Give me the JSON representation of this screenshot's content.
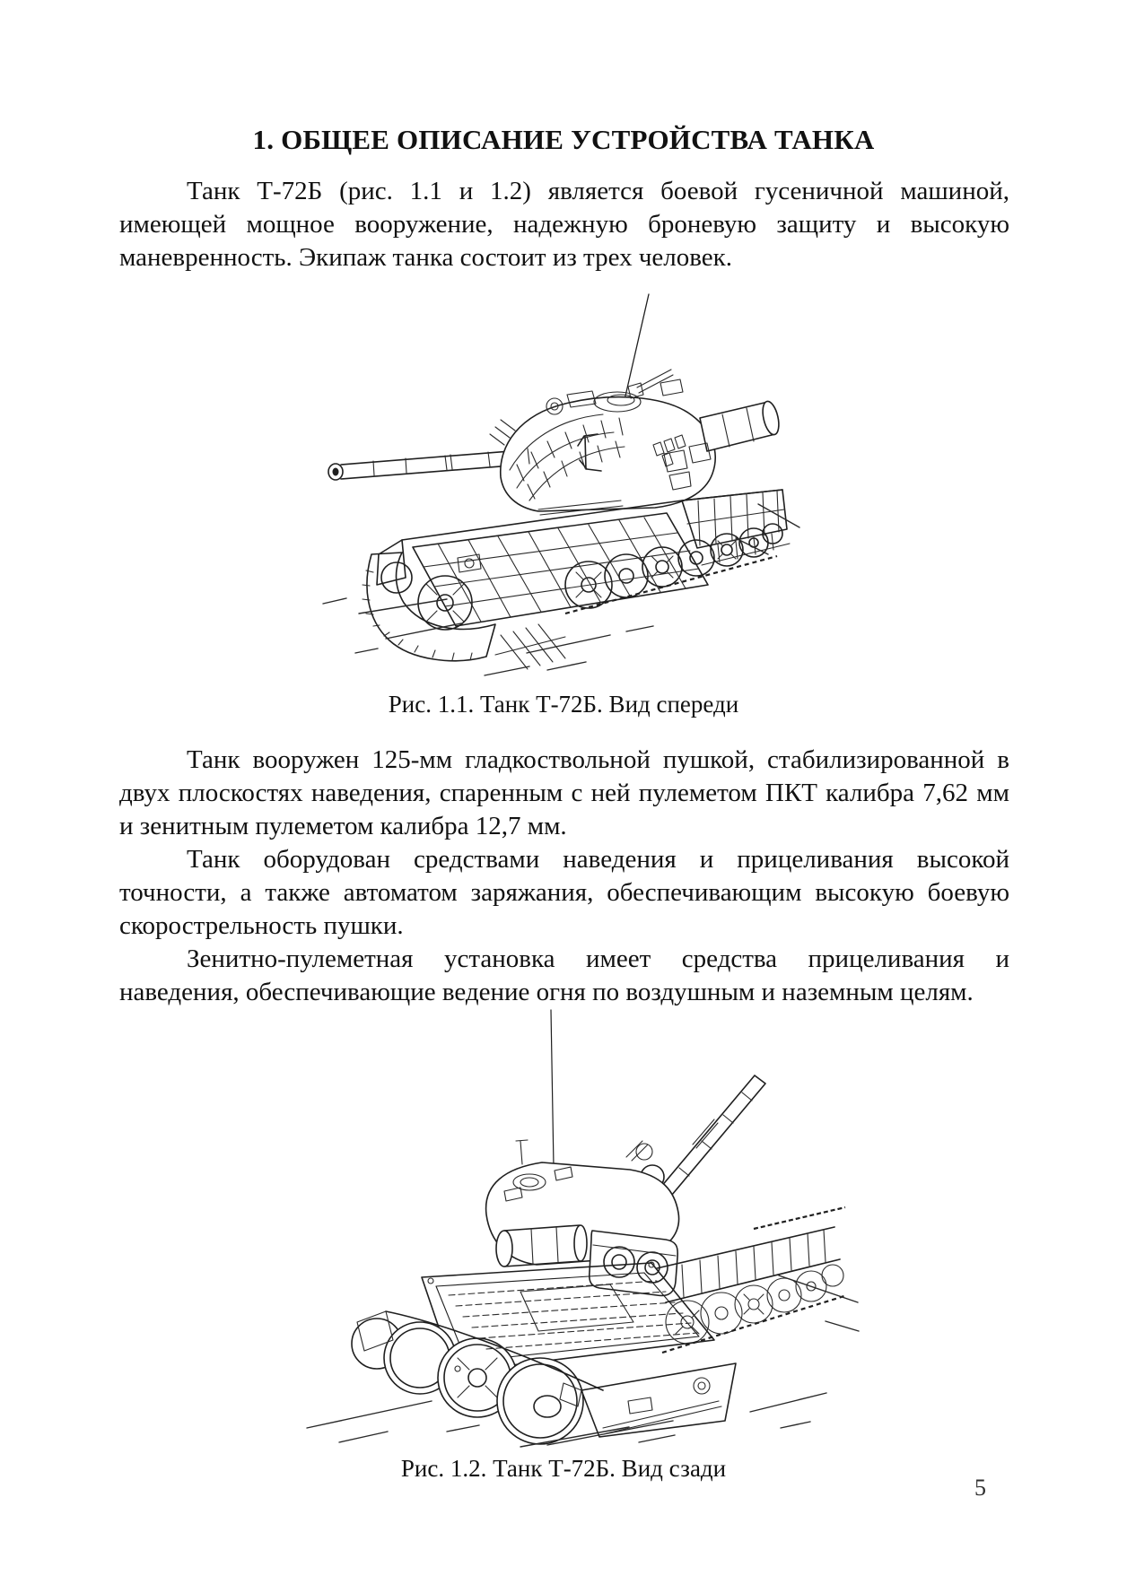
{
  "document": {
    "title": "1. ОБЩЕЕ ОПИСАНИЕ УСТРОЙСТВА ТАНКА",
    "paragraphs": [
      "Танк Т-72Б (рис. 1.1 и 1.2) является боевой гусеничной машиной, имеющей мощное вооружение, надежную броневую защиту и высокую маневренность. Экипаж танка состоит из трех человек.",
      "Танк вооружен 125-мм гладкоствольной пушкой, стабилизированной в двух плоскостях наведения, спаренным с ней пулеметом ПКТ калибра 7,62 мм и зенитным пулеметом калибра 12,7 мм.",
      "Танк оборудован средствами наведения и прицеливания высокой точности, а также автоматом заряжания, обеспечивающим высокую боевую скорострельность пушки.",
      "Зенитно-пулеметная установка имеет средства прицеливания и наведения, обеспечивающие ведение огня по воздушным и наземным целям."
    ],
    "figures": [
      {
        "caption": "Рис. 1.1. Танк Т-72Б. Вид спереди"
      },
      {
        "caption": "Рис. 1.2. Танк Т-72Б. Вид сзади"
      }
    ],
    "page_number": "5"
  }
}
